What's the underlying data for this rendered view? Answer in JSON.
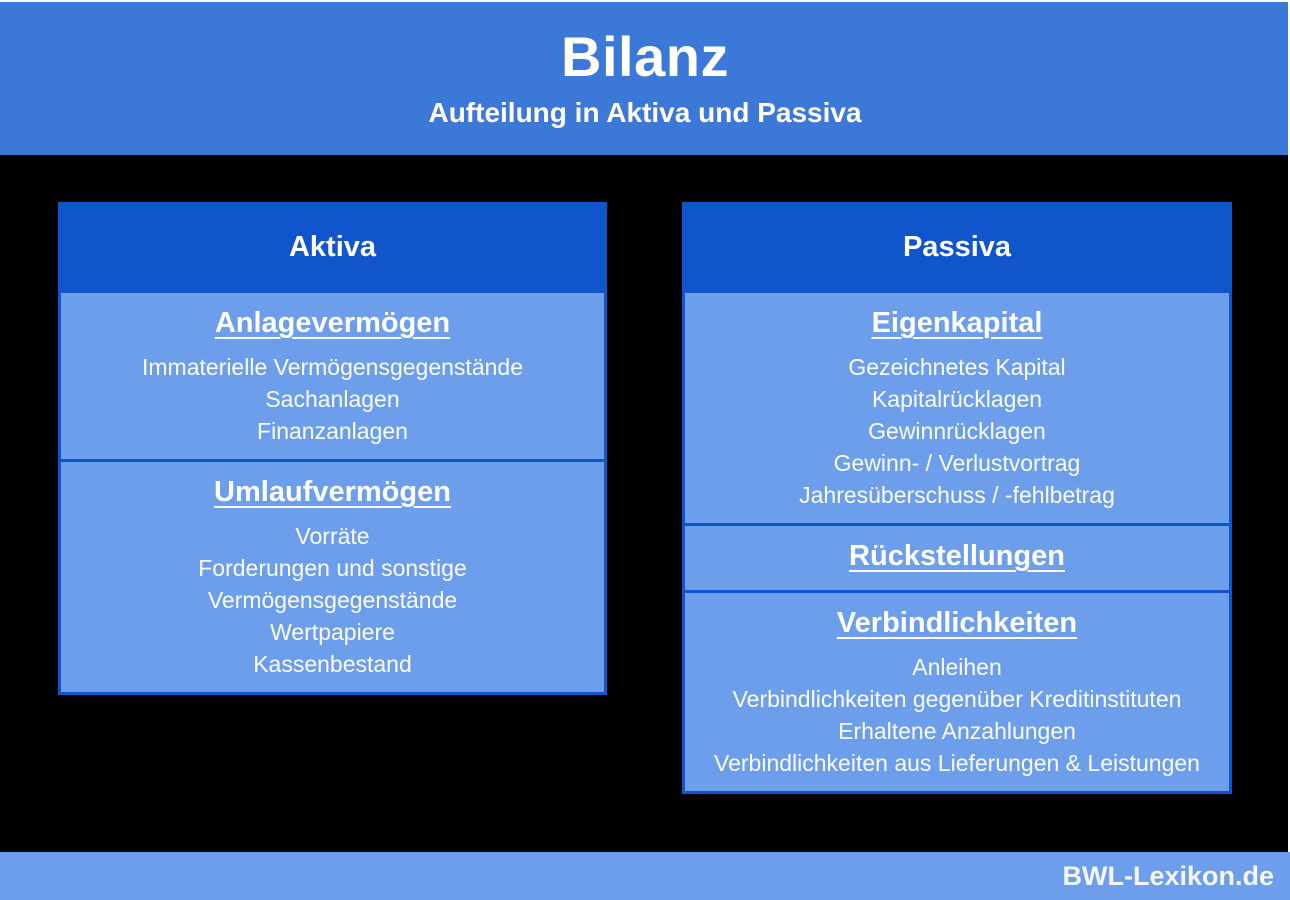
{
  "banner": {
    "title": "Bilanz",
    "subtitle": "Aufteilung in Aktiva und Passiva"
  },
  "columns": [
    {
      "header": "Aktiva",
      "sections": [
        {
          "title": "Anlagevermögen",
          "items": [
            "Immaterielle Vermögensgegenstände",
            "Sachanlagen",
            "Finanzanlagen"
          ]
        },
        {
          "title": "Umlaufvermögen",
          "items": [
            "Vorräte",
            "Forderungen und sonstige Vermögensgegenstände",
            "Wertpapiere",
            "Kassenbestand"
          ]
        }
      ]
    },
    {
      "header": "Passiva",
      "sections": [
        {
          "title": "Eigenkapital",
          "items": [
            "Gezeichnetes Kapital",
            "Kapitalrücklagen",
            "Gewinnrücklagen",
            "Gewinn- / Verlustvortrag",
            "Jahresüberschuss / -fehlbetrag"
          ]
        },
        {
          "title": "Rückstellungen",
          "items": []
        },
        {
          "title": "Verbindlichkeiten",
          "items": [
            "Anleihen",
            "Verbindlichkeiten gegenüber Kreditinstituten",
            "Erhaltene Anzahlungen",
            "Verbindlichkeiten aus Lieferungen & Leistungen"
          ]
        }
      ]
    }
  ],
  "footer": {
    "brand": "BWL-Lexikon.de"
  },
  "colors": {
    "banner_blue": "#3c78d8",
    "header_dark_blue": "#1155cc",
    "section_light_blue": "#6d9eeb",
    "footer_blue": "#6d9eeb",
    "background": "#000000",
    "text": "#ffffff"
  }
}
